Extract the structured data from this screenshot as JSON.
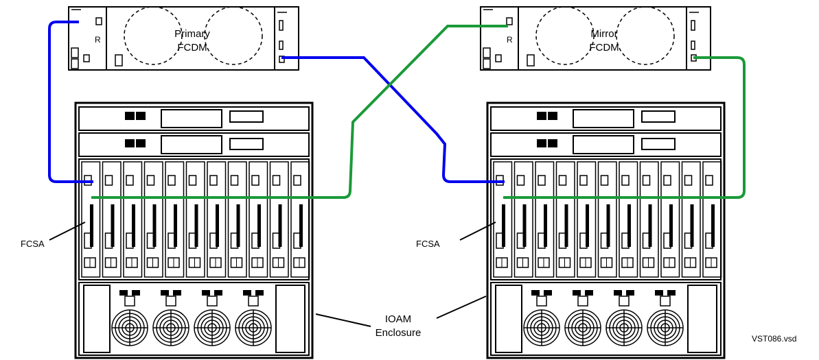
{
  "labels": {
    "primary_line1": "Primary",
    "primary_line2": "FCDM",
    "mirror_line1": "Mirror",
    "mirror_line2": "FCDM",
    "fcsa_left": "FCSA",
    "fcsa_right": "FCSA",
    "ioam_line1": "IOAM",
    "ioam_line2": "Enclosure",
    "file_id": "VST086.vsd"
  },
  "colors": {
    "cable_blue": "#0000ee",
    "cable_green": "#1a9a3a",
    "line": "#000000",
    "background": "#ffffff"
  },
  "components": [
    "fcdm-primary",
    "fcdm-mirror",
    "ioam-enclosure-left",
    "ioam-enclosure-right"
  ]
}
